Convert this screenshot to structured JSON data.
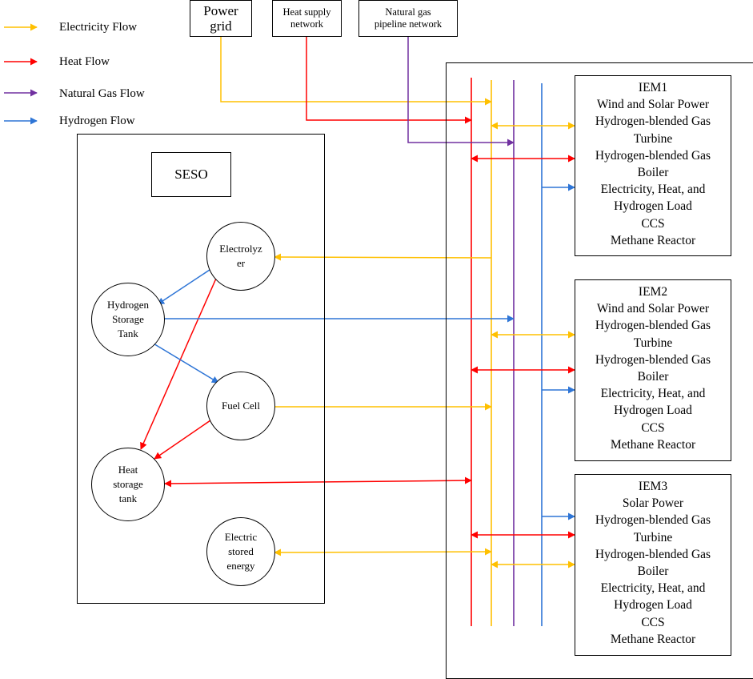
{
  "colors": {
    "electricity": "#FFC000",
    "heat": "#FF0000",
    "gas": "#7030A0",
    "hydrogen": "#2E75D6"
  },
  "legend": [
    {
      "key": "electricity",
      "label": "Electricity Flow"
    },
    {
      "key": "heat",
      "label": "Heat Flow"
    },
    {
      "key": "gas",
      "label": "Natural Gas Flow"
    },
    {
      "key": "hydrogen",
      "label": "Hydrogen Flow"
    }
  ],
  "sources": {
    "power_grid": [
      "Power",
      "grid"
    ],
    "heat_network": [
      "Heat supply",
      "network"
    ],
    "gas_network": [
      "Natural gas",
      "pipeline network"
    ]
  },
  "seso": {
    "title": "SESO",
    "electrolyzer": [
      "Electrolyz",
      "er"
    ],
    "hydrogen_tank": [
      "Hydrogen",
      "Storage",
      "Tank"
    ],
    "fuel_cell": [
      "Fuel Cell"
    ],
    "heat_tank": [
      "Heat",
      "storage",
      "tank"
    ],
    "electric_storage": [
      "Electric",
      "stored",
      "energy"
    ]
  },
  "iems": [
    {
      "lines": [
        "IEM1",
        "Wind and Solar Power",
        "Hydrogen-blended Gas",
        "Turbine",
        "Hydrogen-blended Gas",
        "Boiler",
        "Electricity, Heat, and",
        "Hydrogen Load",
        "CCS",
        "Methane Reactor"
      ]
    },
    {
      "lines": [
        "IEM2",
        "Wind and Solar Power",
        "Hydrogen-blended Gas",
        "Turbine",
        "Hydrogen-blended Gas",
        "Boiler",
        "Electricity, Heat, and",
        "Hydrogen Load",
        "CCS",
        "Methane Reactor"
      ]
    },
    {
      "lines": [
        "IEM3",
        "Solar Power",
        "Hydrogen-blended Gas",
        "Turbine",
        "Hydrogen-blended Gas",
        "Boiler",
        "Electricity, Heat, and",
        "Hydrogen Load",
        "CCS",
        "Methane Reactor"
      ]
    }
  ]
}
